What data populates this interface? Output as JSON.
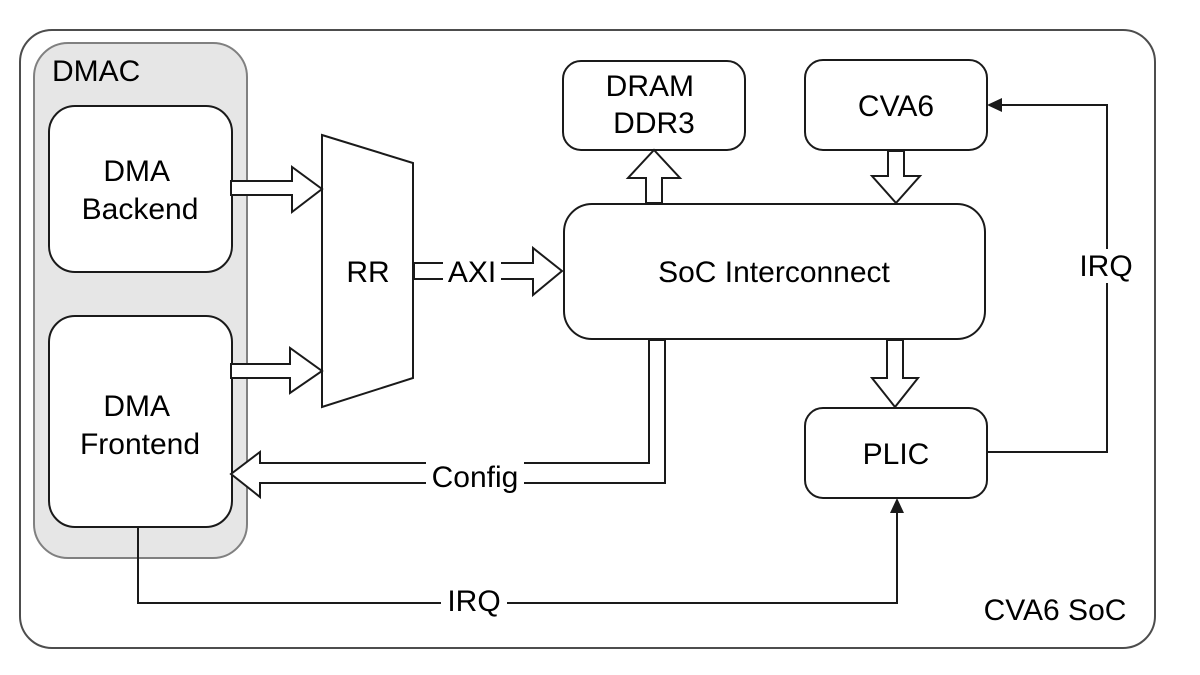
{
  "diagram": {
    "type": "block-diagram",
    "system_label": "CVA6 SoC",
    "colors": {
      "background": "#ffffff",
      "container_fill": "#e6e6e6",
      "container_stroke": "#808080",
      "outer_stroke": "#4d4d4d",
      "node_fill": "#ffffff",
      "node_stroke": "#1a1a1a",
      "text": "#000000"
    },
    "nodes": {
      "dmac": {
        "label": "DMAC"
      },
      "dma_backend": {
        "line1": "DMA",
        "line2": "Backend"
      },
      "dma_frontend": {
        "line1": "DMA",
        "line2": "Frontend"
      },
      "rr_mux": {
        "label": "RR"
      },
      "soc_interconnect": {
        "label": "SoC Interconnect"
      },
      "dram": {
        "line1": "DRAM",
        "line2": "DDR3"
      },
      "cva6": {
        "label": "CVA6"
      },
      "plic": {
        "label": "PLIC"
      }
    },
    "edges": {
      "axi": {
        "label": "AXI"
      },
      "config": {
        "label": "Config"
      },
      "irq_dma_to_plic": {
        "label": "IRQ"
      },
      "irq_plic_to_cva6": {
        "label": "IRQ"
      }
    }
  }
}
